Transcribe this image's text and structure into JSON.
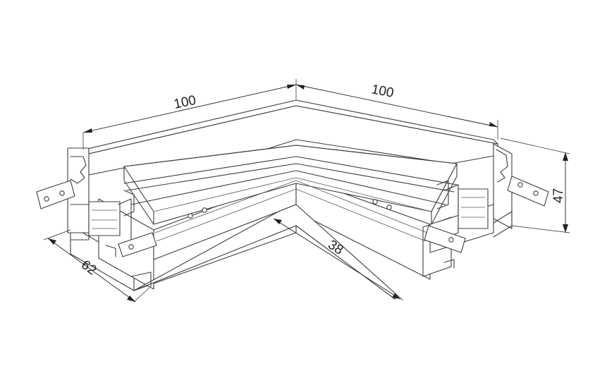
{
  "dimensions": {
    "left_length": "100",
    "right_length": "100",
    "height": "47",
    "width": "62",
    "inner_length": "38"
  }
}
